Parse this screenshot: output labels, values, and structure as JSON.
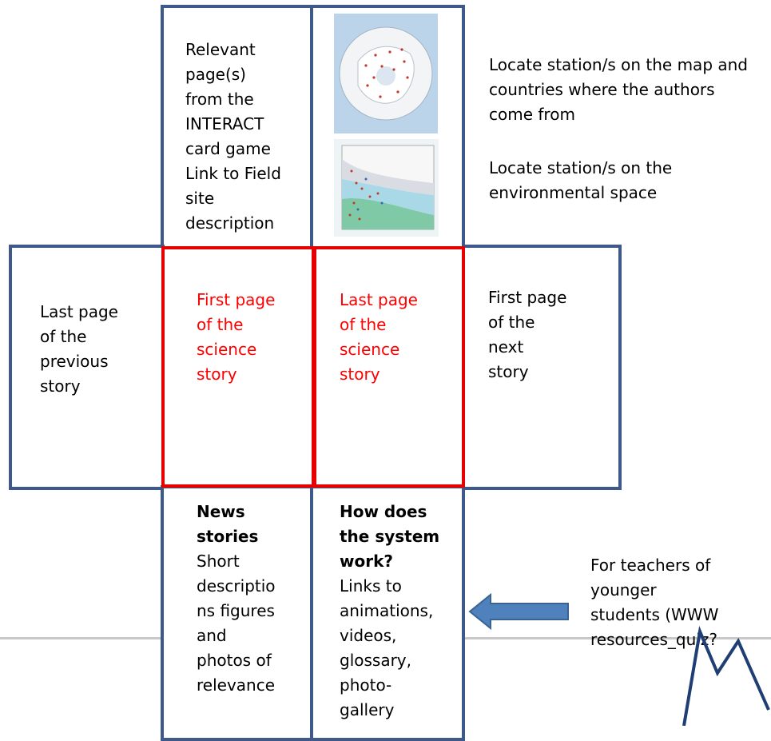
{
  "colors": {
    "box_border": "#3f5a8a",
    "highlight_border": "#e60000",
    "highlight_text": "#ff0000",
    "arrow_fill": "#4f81bd"
  },
  "cells": {
    "top": "Relevant\npage(s)\nfrom the\nINTERACT\ncard game\nLink to Field\nsite\ndescription",
    "left": "Last page\nof the\nprevious\nstory",
    "center_left": "First page\nof the\nscience\nstory",
    "center_right": "Last page\nof the\nscience\nstory",
    "right": "First page\nof the\nnext\nstory",
    "bottom_left_title": "News\nstories",
    "bottom_left_body": "Short\ndescriptio\nns figures\nand\nphotos of\nrelevance",
    "bottom_right_title": "How does\nthe system\nwork?",
    "bottom_right_body": "Links to\nanimations,\nvideos,\nglossary,\nphoto-\ngallery"
  },
  "notes": {
    "map_note": "Locate station/s on the map and\ncountries where the authors\ncome from",
    "env_note": "Locate station/s on the\nenvironmental space",
    "teachers_note": "For teachers of\nyounger\nstudents (WWW\nresources_quiz?"
  },
  "images": {
    "map": "polar-map-thumbnail",
    "chart": "environmental-space-chart-thumbnail"
  }
}
